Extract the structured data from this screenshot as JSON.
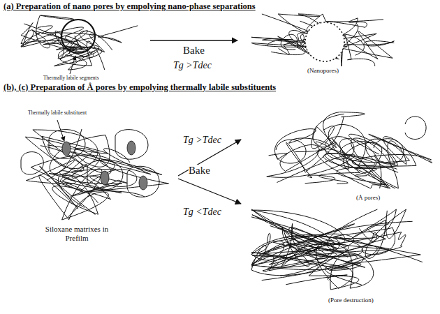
{
  "diagram": {
    "labels": [
      "(a) Preparation of nano pores by empolying nano-phase separations",
      "Thermally labile segments",
      "Bake",
      "Tg >Tdec",
      "(Nanopores)",
      "(b), (c) Preparation of Å pores by empolying thermally labile substituents",
      "Thermally labile substituent",
      "Tg >Tdec",
      "Bake",
      "Tg <Tdec",
      "(Å pores)",
      "Siloxane matrixes in Prefilm",
      "(Pore destruction)"
    ]
  }
}
